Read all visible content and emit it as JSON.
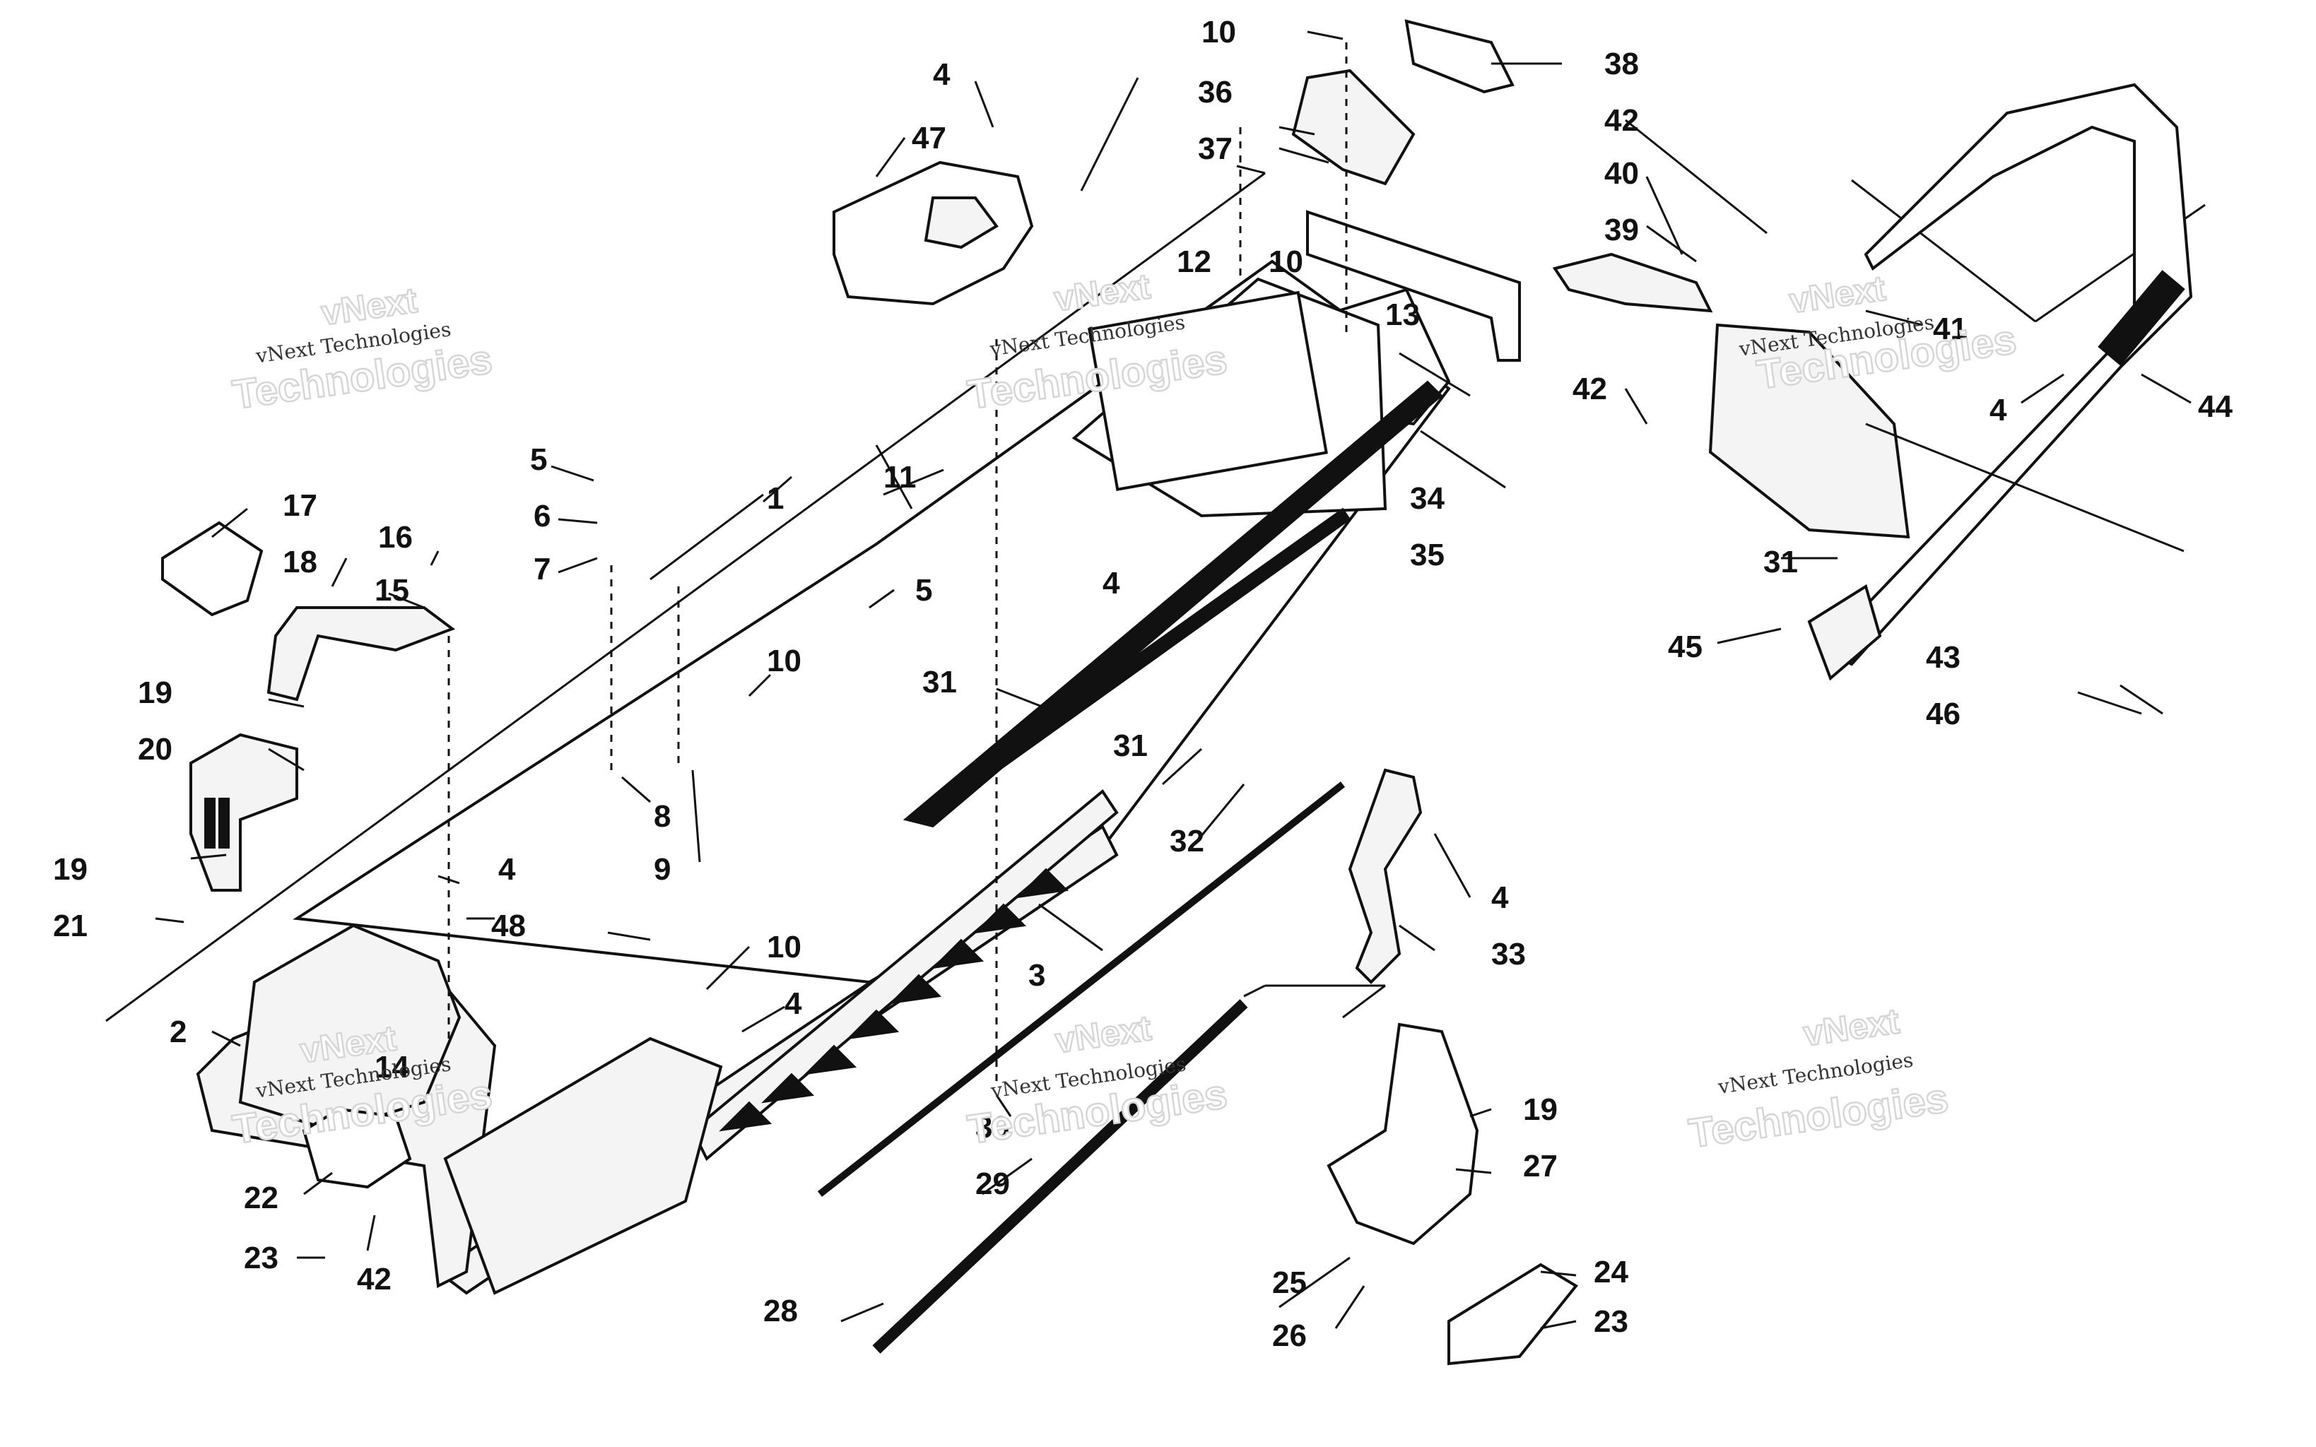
{
  "watermark": {
    "line1": "vNext Technologies",
    "line2": "Technologies",
    "line3": "vNext"
  },
  "callouts": [
    {
      "id": "c1",
      "label": "1"
    },
    {
      "id": "c2",
      "label": "2"
    },
    {
      "id": "c3",
      "label": "3"
    },
    {
      "id": "c4a",
      "label": "4"
    },
    {
      "id": "c4b",
      "label": "4"
    },
    {
      "id": "c4c",
      "label": "4"
    },
    {
      "id": "c4d",
      "label": "4"
    },
    {
      "id": "c4e",
      "label": "4"
    },
    {
      "id": "c4f",
      "label": "4"
    },
    {
      "id": "c5a",
      "label": "5"
    },
    {
      "id": "c5b",
      "label": "5"
    },
    {
      "id": "c6",
      "label": "6"
    },
    {
      "id": "c7",
      "label": "7"
    },
    {
      "id": "c8",
      "label": "8"
    },
    {
      "id": "c9",
      "label": "9"
    },
    {
      "id": "c10a",
      "label": "10"
    },
    {
      "id": "c10b",
      "label": "10"
    },
    {
      "id": "c10c",
      "label": "10"
    },
    {
      "id": "c10d",
      "label": "10"
    },
    {
      "id": "c11",
      "label": "11"
    },
    {
      "id": "c12",
      "label": "12"
    },
    {
      "id": "c13",
      "label": "13"
    },
    {
      "id": "c14",
      "label": "14"
    },
    {
      "id": "c15",
      "label": "15"
    },
    {
      "id": "c16",
      "label": "16"
    },
    {
      "id": "c17",
      "label": "17"
    },
    {
      "id": "c18",
      "label": "18"
    },
    {
      "id": "c19a",
      "label": "19"
    },
    {
      "id": "c19b",
      "label": "19"
    },
    {
      "id": "c19c",
      "label": "19"
    },
    {
      "id": "c20",
      "label": "20"
    },
    {
      "id": "c21",
      "label": "21"
    },
    {
      "id": "c22",
      "label": "22"
    },
    {
      "id": "c23a",
      "label": "23"
    },
    {
      "id": "c23b",
      "label": "23"
    },
    {
      "id": "c24",
      "label": "24"
    },
    {
      "id": "c25",
      "label": "25"
    },
    {
      "id": "c26",
      "label": "26"
    },
    {
      "id": "c27",
      "label": "27"
    },
    {
      "id": "c28",
      "label": "28"
    },
    {
      "id": "c29",
      "label": "29"
    },
    {
      "id": "c30",
      "label": "30"
    },
    {
      "id": "c31a",
      "label": "31"
    },
    {
      "id": "c31b",
      "label": "31"
    },
    {
      "id": "c31c",
      "label": "31"
    },
    {
      "id": "c32",
      "label": "32"
    },
    {
      "id": "c33",
      "label": "33"
    },
    {
      "id": "c34",
      "label": "34"
    },
    {
      "id": "c35",
      "label": "35"
    },
    {
      "id": "c36",
      "label": "36"
    },
    {
      "id": "c37",
      "label": "37"
    },
    {
      "id": "c38",
      "label": "38"
    },
    {
      "id": "c39",
      "label": "39"
    },
    {
      "id": "c40",
      "label": "40"
    },
    {
      "id": "c41",
      "label": "41"
    },
    {
      "id": "c42a",
      "label": "42"
    },
    {
      "id": "c42b",
      "label": "42"
    },
    {
      "id": "c42c",
      "label": "42"
    },
    {
      "id": "c43",
      "label": "43"
    },
    {
      "id": "c44",
      "label": "44"
    },
    {
      "id": "c45",
      "label": "45"
    },
    {
      "id": "c46",
      "label": "46"
    },
    {
      "id": "c47",
      "label": "47"
    },
    {
      "id": "c48",
      "label": "48"
    }
  ]
}
